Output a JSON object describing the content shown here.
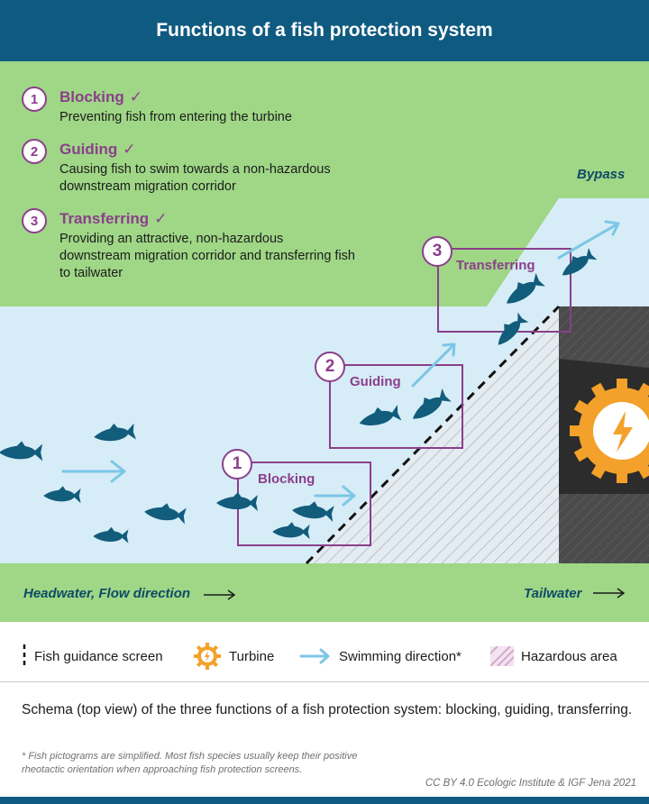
{
  "header": {
    "title": "Functions of a fish protection system"
  },
  "steps": [
    {
      "num": "1",
      "title": "Blocking",
      "check": "✓",
      "desc": "Preventing fish from entering the turbine"
    },
    {
      "num": "2",
      "title": "Guiding",
      "check": "✓",
      "desc": "Causing fish to swim towards a non-hazardous downstream migration corridor"
    },
    {
      "num": "3",
      "title": "Transferring",
      "check": "✓",
      "desc": "Providing an attractive, non-hazardous downstream migration corridor and transferring fish to tailwater"
    }
  ],
  "diagram": {
    "bypass": "Bypass",
    "headwater": "Headwater, Flow direction",
    "tailwater": "Tailwater",
    "boxes": [
      {
        "num": "1",
        "label": "Blocking"
      },
      {
        "num": "2",
        "label": "Guiding"
      },
      {
        "num": "3",
        "label": "Transferring"
      }
    ]
  },
  "legend": {
    "screen": "Fish guidance screen",
    "turbine": "Turbine",
    "swimming": "Swimming direction*",
    "hazard": "Hazardous area"
  },
  "caption": "Schema (top view) of the three functions of a fish protection system: blocking, guiding, transferring.",
  "footnote": "* Fish pictograms are simplified. Most fish species usually keep their positive rheotactic orientation when approaching fish protection screens.",
  "credit": "CC BY 4.0  Ecologic Institute & IGF Jena 2021",
  "colors": {
    "header": "#0f5a80",
    "bank": "#9fd786",
    "water": "#d6ecf7",
    "purple": "#8b3f8b",
    "fish": "#125c7c",
    "arrow": "#7cc6e6",
    "turbine": "#f3a12a",
    "dam": "#4b4b4b"
  }
}
